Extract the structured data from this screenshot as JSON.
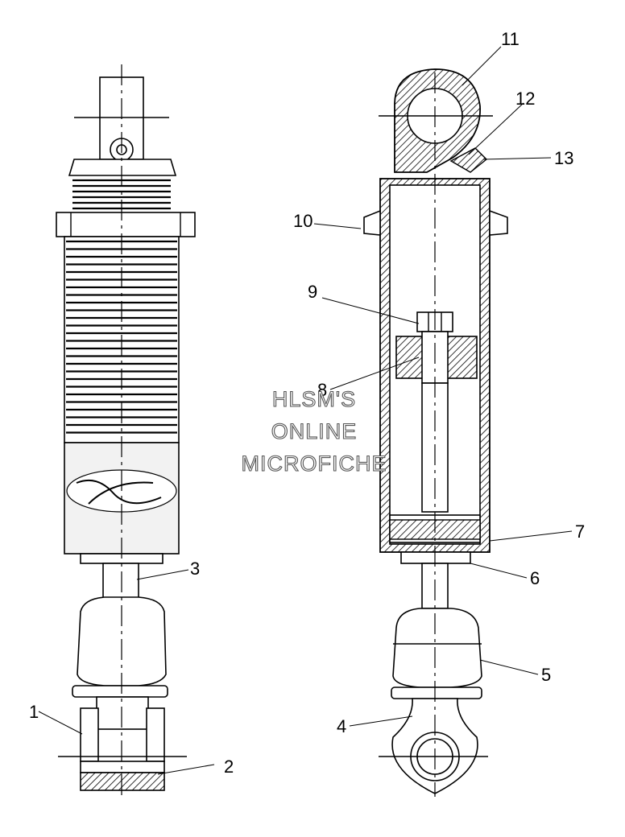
{
  "diagram": {
    "callouts": [
      "1",
      "2",
      "3",
      "4",
      "5",
      "6",
      "7",
      "8",
      "9",
      "10",
      "11",
      "12",
      "13"
    ],
    "watermark": [
      "HLSM'S",
      "ONLINE",
      "MICROFICHE"
    ]
  }
}
